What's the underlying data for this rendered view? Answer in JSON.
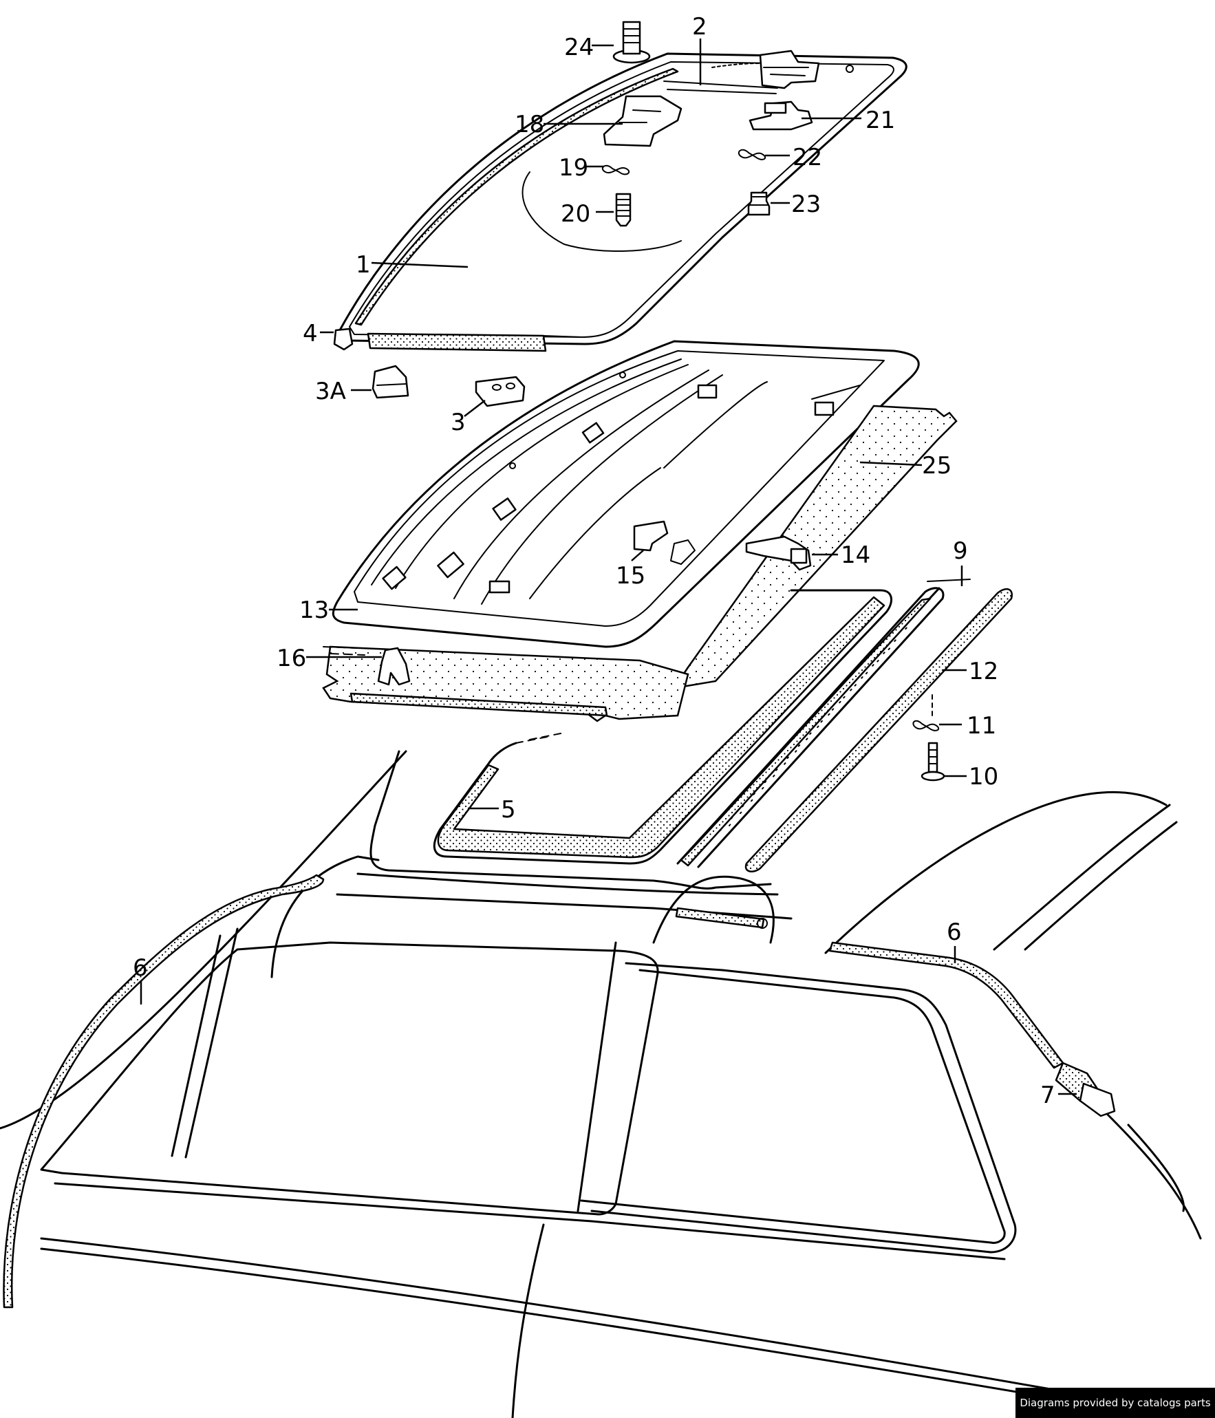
{
  "callouts": [
    {
      "id": "c24",
      "text": "24"
    },
    {
      "id": "c2",
      "text": "2"
    },
    {
      "id": "c18",
      "text": "18"
    },
    {
      "id": "c21",
      "text": "21"
    },
    {
      "id": "c19",
      "text": "19"
    },
    {
      "id": "c22",
      "text": "22"
    },
    {
      "id": "c20",
      "text": "20"
    },
    {
      "id": "c23",
      "text": "23"
    },
    {
      "id": "c1",
      "text": "1"
    },
    {
      "id": "c4",
      "text": "4"
    },
    {
      "id": "c3a",
      "text": "3A"
    },
    {
      "id": "c3",
      "text": "3"
    },
    {
      "id": "c25",
      "text": "25"
    },
    {
      "id": "c14",
      "text": "14"
    },
    {
      "id": "c15",
      "text": "15"
    },
    {
      "id": "c9",
      "text": "9"
    },
    {
      "id": "c13",
      "text": "13"
    },
    {
      "id": "c12",
      "text": "12"
    },
    {
      "id": "c16",
      "text": "16"
    },
    {
      "id": "c11",
      "text": "11"
    },
    {
      "id": "c10",
      "text": "10"
    },
    {
      "id": "c5",
      "text": "5"
    },
    {
      "id": "c6a",
      "text": "6"
    },
    {
      "id": "c6b",
      "text": "6"
    },
    {
      "id": "c7",
      "text": "7"
    }
  ],
  "credit": "Diagrams provided by catalogs parts"
}
